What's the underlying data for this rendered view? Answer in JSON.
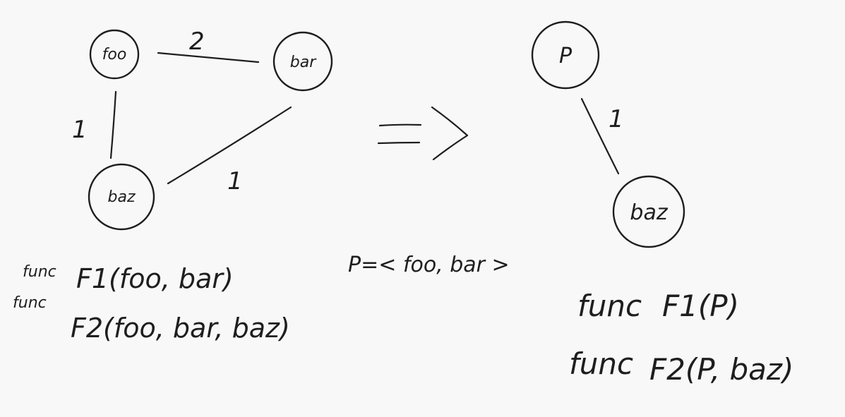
{
  "left_graph": {
    "nodes": {
      "foo": "foo",
      "bar": "bar",
      "baz": "baz"
    },
    "edges": {
      "foo_bar": "2",
      "foo_baz": "1",
      "bar_baz": "1"
    },
    "funcs": [
      {
        "keyword": "func",
        "signature": "F1(foo, bar)"
      },
      {
        "keyword": "func",
        "signature": "F2(foo, bar, baz)"
      }
    ]
  },
  "transform": {
    "definition": "P=< foo, bar >"
  },
  "right_graph": {
    "nodes": {
      "p": "P",
      "baz": "baz"
    },
    "edges": {
      "p_baz": "1"
    },
    "funcs": [
      {
        "keyword": "func",
        "signature": "F1(P)"
      },
      {
        "keyword": "func",
        "signature": "F2(P, baz)"
      }
    ]
  }
}
